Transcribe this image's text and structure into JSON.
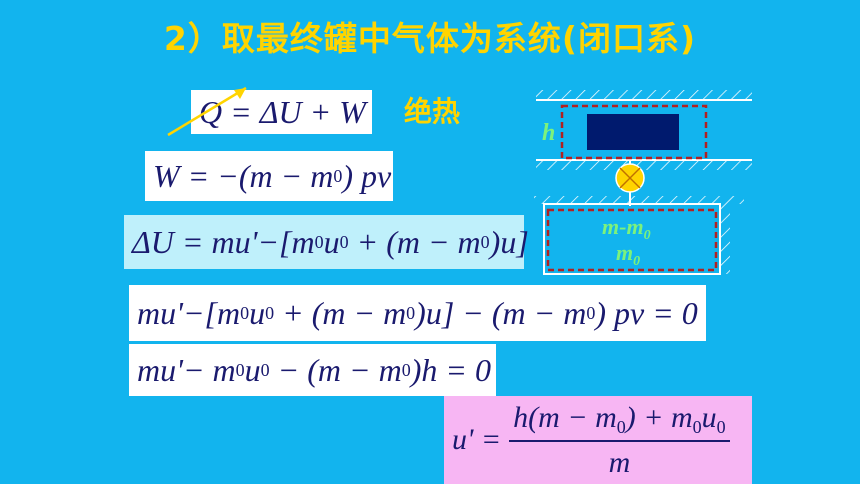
{
  "title": "2）取最终罐中气体为系统(闭口系)",
  "adiabatic_label": "绝热",
  "equations": {
    "eq1": "Q = ΔU + W",
    "eq2": "W = −(m − m",
    "eq2_sub": "0",
    "eq2_tail": ") pv",
    "eq3": "ΔU = mu'−[m",
    "eq4": "mu'−[m",
    "eq5": "mu'− m",
    "eq6_lhs": "u' =",
    "eq6_num": "h(m − m",
    "eq6_den": "m"
  },
  "diagram": {
    "h_label": "h",
    "lower_label_1": "m-m",
    "lower_label_1_sub": "0",
    "lower_label_2": "m",
    "lower_label_2_sub": "0",
    "colors": {
      "dark_block": "#001a6e",
      "dashed": "#b22020",
      "valve": "#ffd400",
      "label": "#7cf27c"
    }
  }
}
